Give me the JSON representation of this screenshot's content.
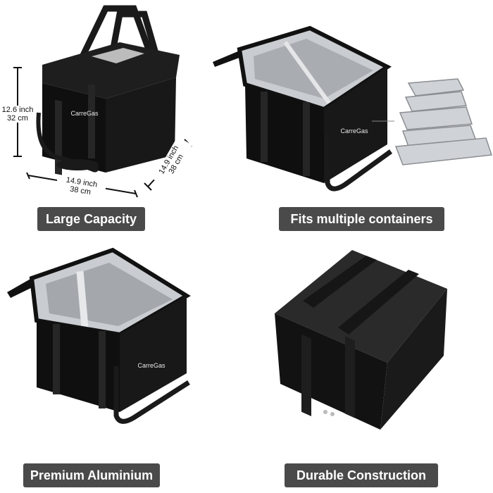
{
  "panels": [
    {
      "caption": "Large Capacity"
    },
    {
      "caption": "Fits multiple containers"
    },
    {
      "caption": "Premium Aluminium"
    },
    {
      "caption": "Durable Construction"
    }
  ],
  "brand": {
    "name": "CarreGas"
  },
  "dimensions": {
    "height_in": "12.6 inch",
    "height_cm": "32 cm",
    "width_in": "14.9 inch",
    "width_cm": "38 cm",
    "depth_in": "14.9 inch",
    "depth_cm": "38 cm"
  },
  "colors": {
    "bag": "#111111",
    "strap": "#1c1c1c",
    "foil": "#c9ccd0",
    "label_bg": "#4a4a4a",
    "label_text": "#ffffff"
  }
}
